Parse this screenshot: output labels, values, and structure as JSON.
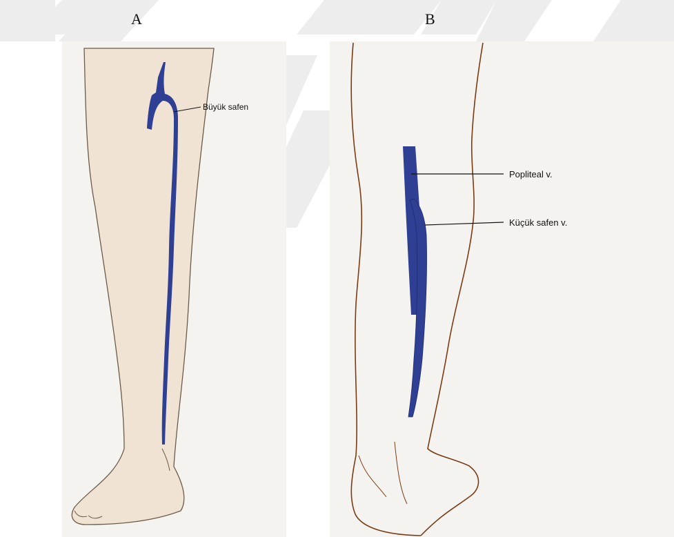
{
  "figure": {
    "panel_a": {
      "letter": "A",
      "vein_label": "Büyük safen"
    },
    "panel_b": {
      "letter": "B",
      "vein_label_1": "Popliteal v.",
      "vein_label_2": "Küçük safen v."
    }
  },
  "colors": {
    "vein": "#2e3f94",
    "skin_a": "#f1e3d3",
    "outline_a": "#6b5a4a",
    "outline_b": "#7a3a12",
    "watermark": "#e9e9e9",
    "paper": "#f5f3f0"
  },
  "icons": {
    "panel_a": "leg-anterior-icon",
    "panel_b": "leg-posterior-icon"
  }
}
